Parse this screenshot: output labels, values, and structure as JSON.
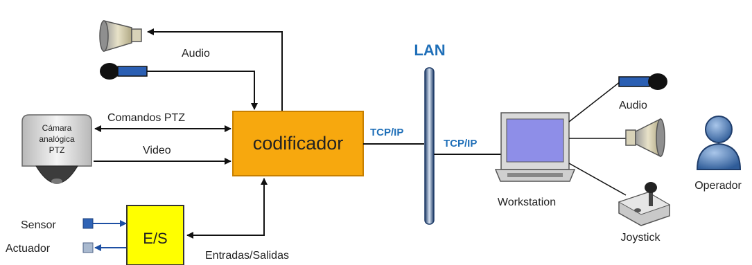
{
  "title": "LAN",
  "encoder_label": "codificador",
  "io_label": "E/S",
  "links": {
    "audio": "Audio",
    "ptz_commands": "Comandos PTZ",
    "video": "Video",
    "io": "Entradas/Salidas",
    "tcp_left": "TCP/IP",
    "tcp_right": "TCP/IP"
  },
  "camera": {
    "line1": "Cámara",
    "line2": "analógica",
    "line3": "PTZ"
  },
  "io_devices": {
    "sensor": "Sensor",
    "actuator": "Actuador"
  },
  "workstation": {
    "label": "Workstation",
    "audio": "Audio",
    "joystick": "Joystick"
  },
  "operator": "Operador",
  "colors": {
    "encoder_fill": "#f7a80e",
    "io_fill": "#ffff00",
    "lan_accent": "#1f6fb8",
    "device_blue": "#2f63b5"
  }
}
